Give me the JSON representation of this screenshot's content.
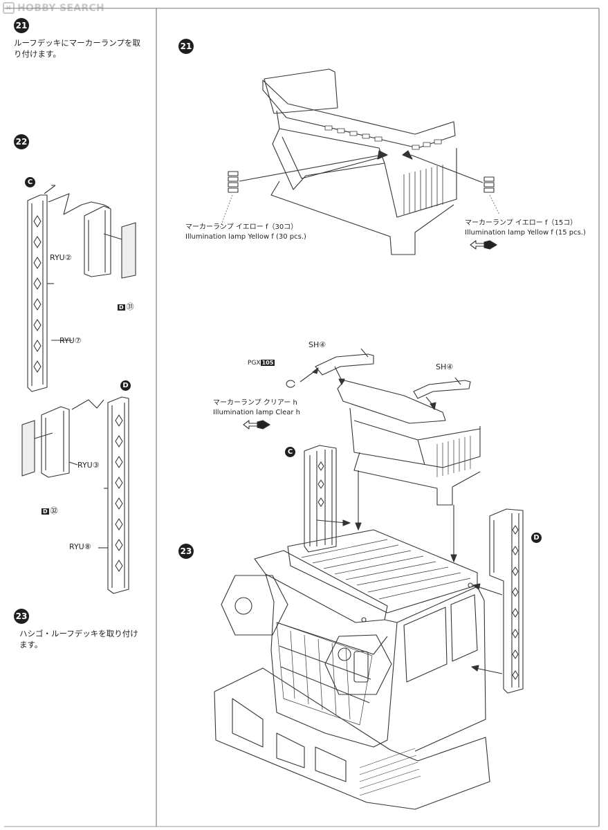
{
  "watermark": "HOBBY SEARCH",
  "steps": {
    "s21": {
      "num": "21",
      "text": "ルーフデッキにマーカーランプを取り付けます。"
    },
    "s22": {
      "num": "22"
    },
    "s23": {
      "num": "23",
      "text": "ハシゴ・ルーフデッキを取り付けます。"
    }
  },
  "letters": {
    "c": "C",
    "d": "D"
  },
  "parts": {
    "ryu2": "RYU②",
    "ryu3": "RYU③",
    "ryu7": "RYU⑦",
    "ryu8": "RYU⑧",
    "d31_box": "D",
    "d31_num": "㉛",
    "d32_box": "D",
    "d32_num": "㉜",
    "sh4": "SH④",
    "pgx_prefix": "P",
    "pgx_box": "GX",
    "pgx_num": "105"
  },
  "captions": {
    "lamp30_jp": "マーカーランプ イエロー f（30コ）",
    "lamp30_en": "Illumination lamp Yellow f (30 pcs.)",
    "lamp15_jp": "マーカーランプ イエロー f（15コ）",
    "lamp15_en": "Illumination lamp Yellow f (15 pcs.)",
    "clear_jp": "マーカーランプ クリアー h",
    "clear_en": "Illumination lamp Clear h"
  }
}
